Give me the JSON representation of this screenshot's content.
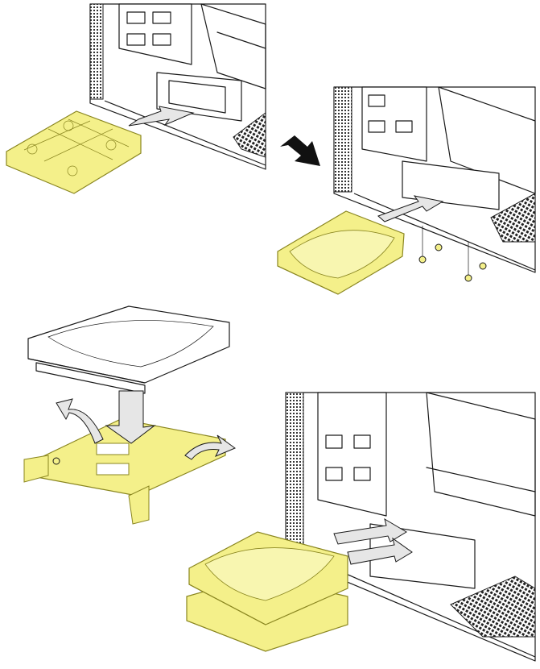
{
  "colors": {
    "highlight": "#f4f08a",
    "highlight_stroke": "#8a8620",
    "line": "#1a1a1a",
    "arrow_fill": "#e6e6e6",
    "direction_arrow": "#111111"
  },
  "steps": [
    {
      "icon": "remove-tray-from-bay-illustration"
    },
    {
      "icon": "insert-hdd-with-screws-illustration"
    },
    {
      "icon": "mount-hdd-on-bracket-illustration"
    },
    {
      "icon": "insert-stacked-hdds-illustration"
    }
  ],
  "direction_arrow_icon": "next-step-arrow-icon"
}
